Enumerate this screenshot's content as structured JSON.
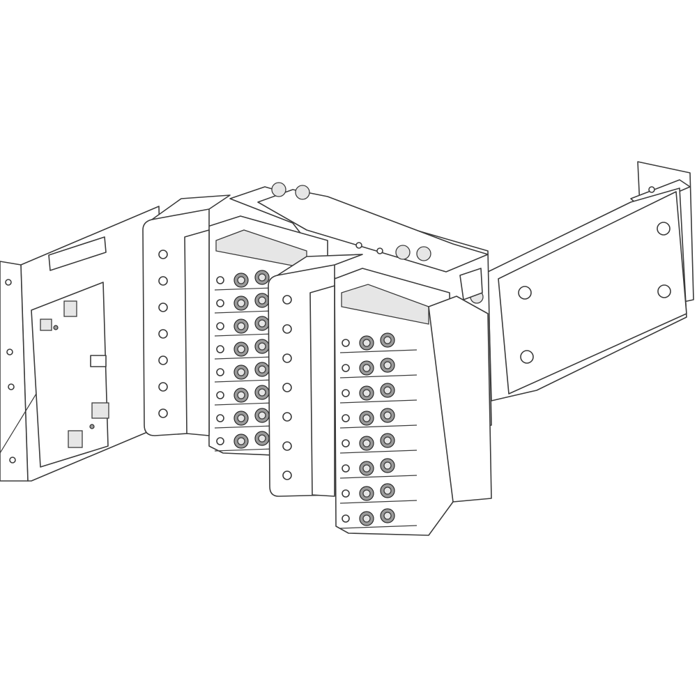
{
  "drawing": {
    "style": "isometric line drawing",
    "line_color": "#3a3a3a",
    "background": "#ffffff",
    "components": [
      "left-mounting-panel",
      "circuit-board",
      "front-cover-1",
      "terminal-block-1",
      "front-cover-2",
      "terminal-block-2",
      "center-housing",
      "right-mounting-bracket"
    ]
  }
}
